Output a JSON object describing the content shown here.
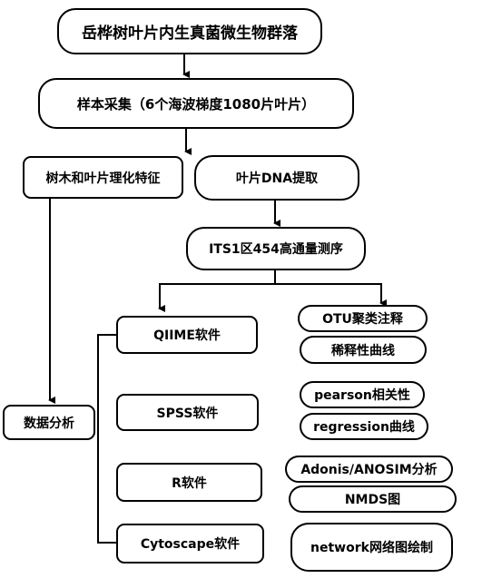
{
  "diagram": {
    "title": "岳桦树叶片内生真菌微生物群落",
    "sampling": "样本采集（6个海波梯度1080片叶片）",
    "properties": "树木和叶片理化特征",
    "dna_extraction": "叶片DNA提取",
    "sequencing": "ITS1区454高通量测序",
    "data_analysis": "数据分析",
    "software": {
      "qiime": "QIIME软件",
      "spss": "SPSS软件",
      "r": "R软件",
      "cytoscape": "Cytoscape软件"
    },
    "outputs": {
      "otu": "OTU聚类注释",
      "rarefaction": "稀释性曲线",
      "pearson": "pearson相关性",
      "regression": "regression曲线",
      "adonis": "Adonis/ANOSIM分析",
      "nmds": "NMDS图",
      "network": "network网络图绘制"
    }
  }
}
